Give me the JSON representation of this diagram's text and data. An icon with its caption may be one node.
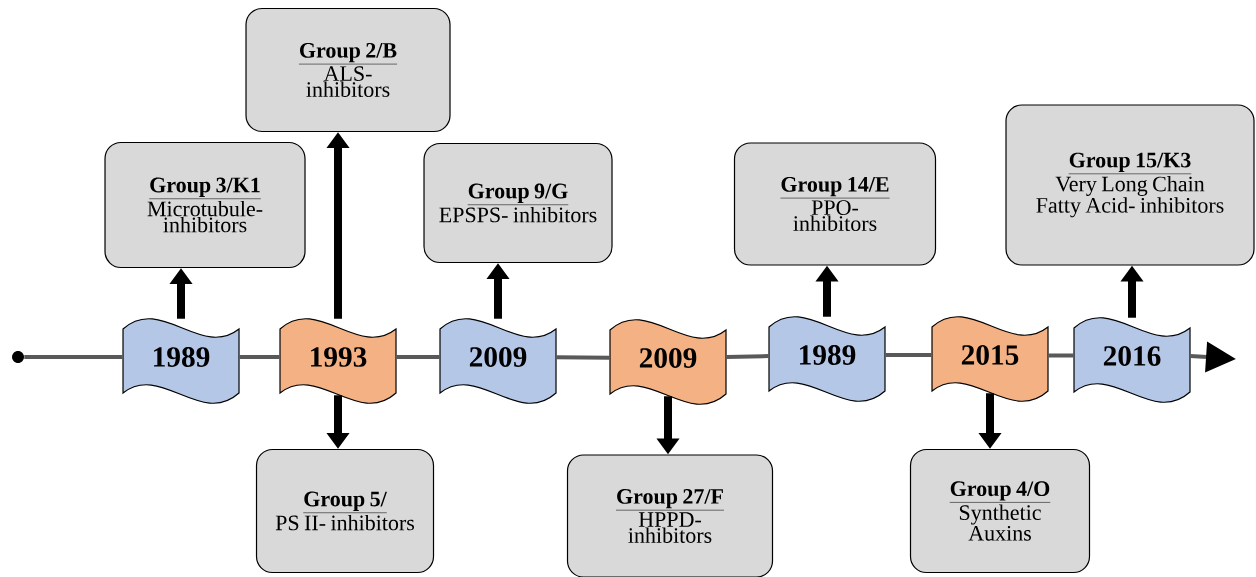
{
  "diagram": {
    "nodes": [
      {
        "text": [],
        "shape": "circle"
      },
      {
        "text": [
          "1989"
        ]
      },
      {
        "text": [
          "1993"
        ]
      },
      {
        "text": [
          "2009"
        ]
      },
      {
        "text": [
          "2009"
        ]
      },
      {
        "text": [
          "1989"
        ]
      },
      {
        "text": [
          "2015"
        ]
      },
      {
        "text": [
          "2016"
        ]
      },
      {
        "text": [
          "Group 2/B",
          "ALS- inhibitors"
        ]
      },
      {
        "text": [
          "Group 3/K1",
          "Microtubule- inhibitors"
        ]
      },
      {
        "text": [
          "Group 9/G",
          "EPSPS- inhibitors"
        ]
      },
      {
        "text": [
          "Group 14/E",
          "PPO- inhibitors"
        ]
      },
      {
        "text": [
          "Group 15/K3",
          "Very Long Chain Fatty Acid- inhibitors"
        ]
      },
      {
        "text": [
          "Group 5/",
          "PS II- inhibitors"
        ]
      },
      {
        "text": [
          "Group 27/F",
          "HPPD- inhibitors"
        ]
      },
      {
        "text": [
          "Group 4/O",
          "Synthetic Auxins"
        ]
      }
    ],
    "edges": [
      {
        "from": 0,
        "to": 1,
        "arrow": "none",
        "color": "#595959"
      },
      {
        "from": 1,
        "to": 2,
        "arrow": "none",
        "color": "#595959"
      },
      {
        "from": 2,
        "to": 3,
        "arrow": "none",
        "color": "#595959"
      },
      {
        "from": 3,
        "to": 4,
        "arrow": "none",
        "color": "#595959"
      },
      {
        "from": 4,
        "to": 5,
        "arrow": "none",
        "color": "#595959"
      },
      {
        "from": 5,
        "to": 6,
        "arrow": "none",
        "color": "#595959"
      },
      {
        "from": 6,
        "to": 7,
        "arrow": "none",
        "color": "#595959"
      },
      {
        "from": 7,
        "to": null,
        "arrow": "to",
        "color": "#595959"
      },
      {
        "from": 1,
        "to": 9,
        "arrow": "to",
        "style": "thick"
      },
      {
        "from": 2,
        "to": 8,
        "arrow": "to",
        "style": "thick"
      },
      {
        "from": 2,
        "to": 13,
        "arrow": "to",
        "style": "thick"
      },
      {
        "from": 3,
        "to": 10,
        "arrow": "to",
        "style": "thick"
      },
      {
        "from": 4,
        "to": 14,
        "arrow": "to",
        "style": "thick"
      },
      {
        "from": 5,
        "to": 11,
        "arrow": "to",
        "style": "thick"
      },
      {
        "from": 6,
        "to": 15,
        "arrow": "to",
        "style": "thick"
      },
      {
        "from": 7,
        "to": 12,
        "arrow": "to",
        "style": "thick"
      }
    ]
  }
}
